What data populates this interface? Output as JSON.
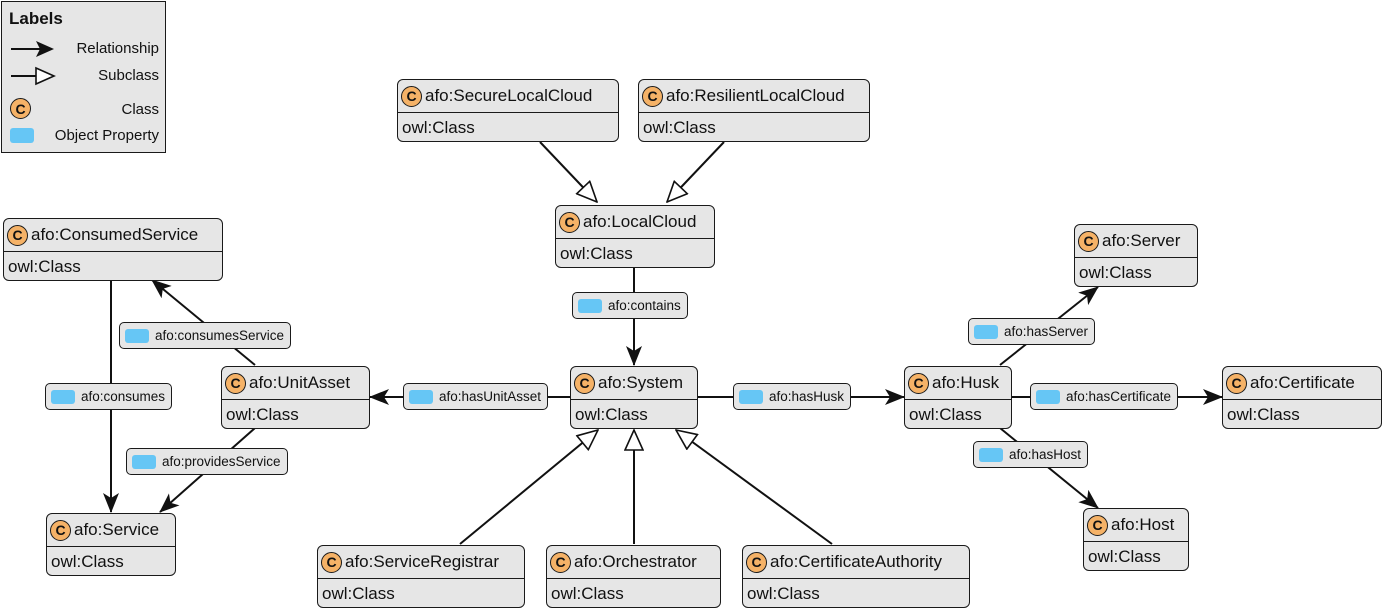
{
  "legend": {
    "title": "Labels",
    "relationship": "Relationship",
    "subclass": "Subclass",
    "class": "Class",
    "object_property": "Object Property",
    "class_icon_letter": "C"
  },
  "colors": {
    "node_fill": "#e6e6e6",
    "class_icon": "#f5b267",
    "object_property": "#66c6f5",
    "stroke": "#1a1a1a"
  },
  "nodes": {
    "secure_local_cloud": {
      "name": "afo:SecureLocalCloud",
      "type": "owl:Class"
    },
    "resilient_local_cloud": {
      "name": "afo:ResilientLocalCloud",
      "type": "owl:Class"
    },
    "local_cloud": {
      "name": "afo:LocalCloud",
      "type": "owl:Class"
    },
    "consumed_service": {
      "name": "afo:ConsumedService",
      "type": "owl:Class"
    },
    "unit_asset": {
      "name": "afo:UnitAsset",
      "type": "owl:Class"
    },
    "service": {
      "name": "afo:Service",
      "type": "owl:Class"
    },
    "system": {
      "name": "afo:System",
      "type": "owl:Class"
    },
    "service_registrar": {
      "name": "afo:ServiceRegistrar",
      "type": "owl:Class"
    },
    "orchestrator": {
      "name": "afo:Orchestrator",
      "type": "owl:Class"
    },
    "certificate_authority": {
      "name": "afo:CertificateAuthority",
      "type": "owl:Class"
    },
    "husk": {
      "name": "afo:Husk",
      "type": "owl:Class"
    },
    "server": {
      "name": "afo:Server",
      "type": "owl:Class"
    },
    "certificate": {
      "name": "afo:Certificate",
      "type": "owl:Class"
    },
    "host": {
      "name": "afo:Host",
      "type": "owl:Class"
    }
  },
  "properties": {
    "contains": "afo:contains",
    "consumes_service": "afo:consumesService",
    "consumes": "afo:consumes",
    "provides_service": "afo:providesService",
    "has_unit_asset": "afo:hasUnitAsset",
    "has_husk": "afo:hasHusk",
    "has_server": "afo:hasServer",
    "has_certificate": "afo:hasCertificate",
    "has_host": "afo:hasHost"
  }
}
